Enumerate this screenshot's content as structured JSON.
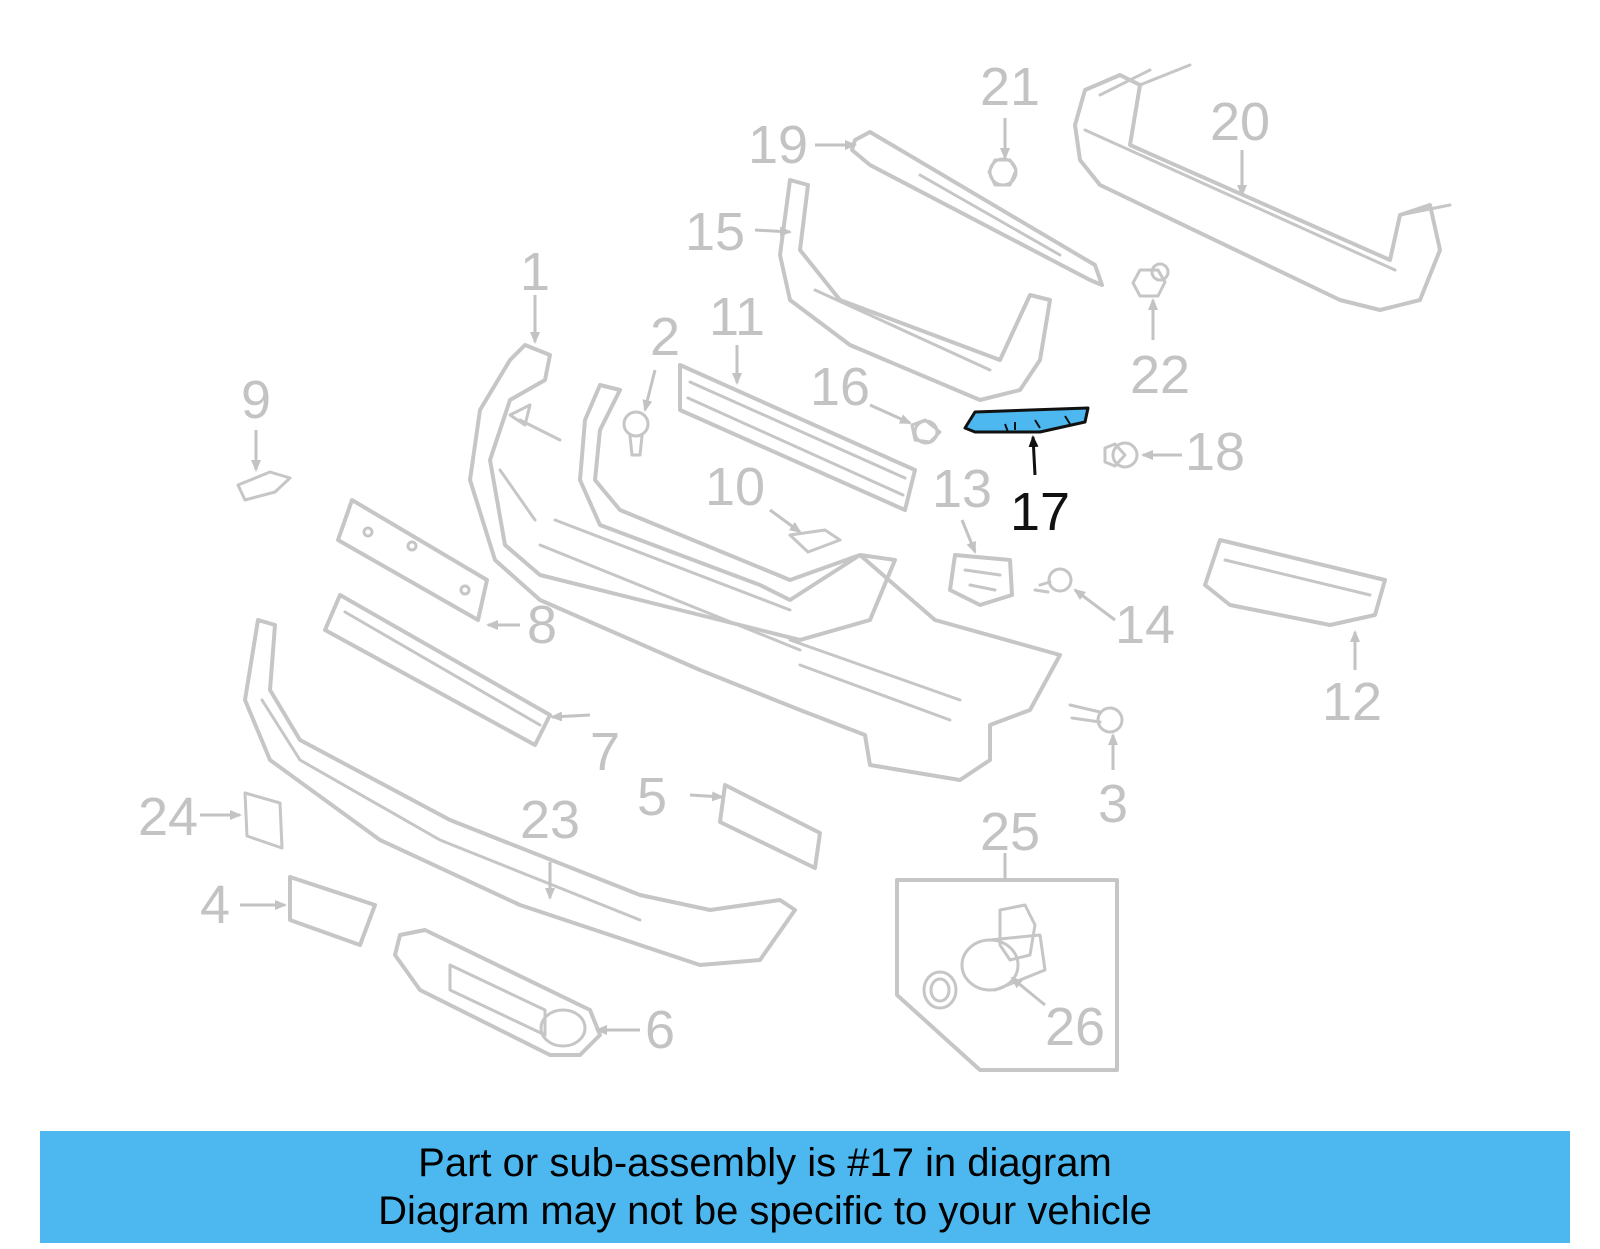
{
  "highlight_color": "#4db8f0",
  "diagram": {
    "highlighted_part": "17",
    "callouts": {
      "c1": "1",
      "c2": "2",
      "c3": "3",
      "c4": "4",
      "c5": "5",
      "c6": "6",
      "c7": "7",
      "c8": "8",
      "c9": "9",
      "c10": "10",
      "c11": "11",
      "c12": "12",
      "c13": "13",
      "c14": "14",
      "c15": "15",
      "c16": "16",
      "c17": "17",
      "c18": "18",
      "c19": "19",
      "c20": "20",
      "c21": "21",
      "c22": "22",
      "c23": "23",
      "c24": "24",
      "c25": "25",
      "c26": "26"
    }
  },
  "caption": {
    "line1": "Part or sub-assembly is #17 in diagram",
    "line2": "Diagram may not be specific to your vehicle"
  }
}
